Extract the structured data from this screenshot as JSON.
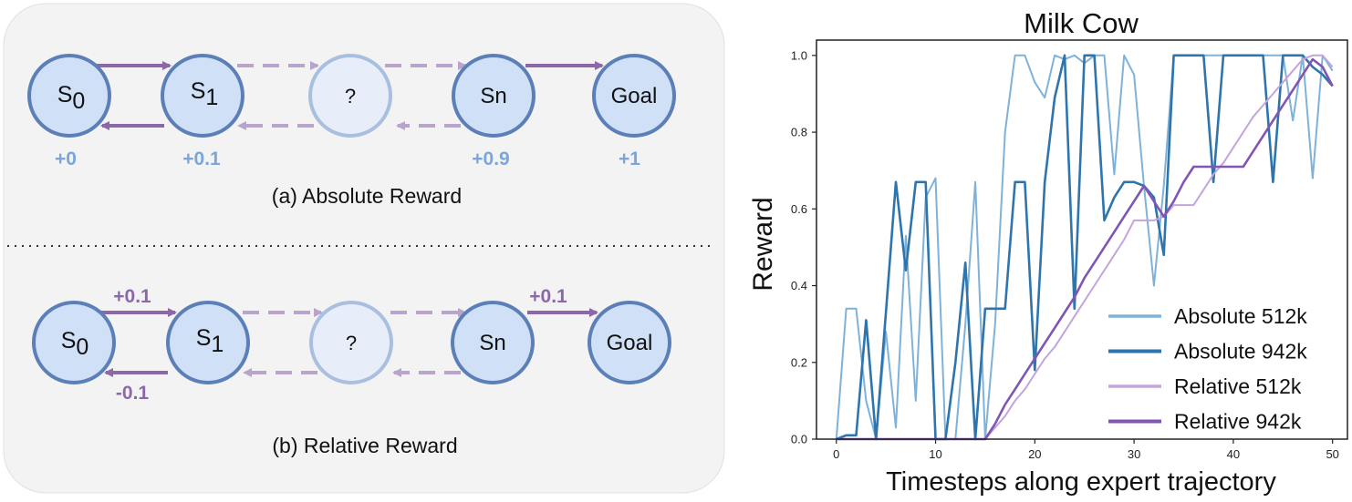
{
  "colors": {
    "panel_bg": "#f3f3f4",
    "node_fill": "#cfe0f7",
    "node_stroke": "#5b7fb6",
    "node_faded_fill": "#e7eef9",
    "node_faded_stroke": "#a9bfe0",
    "arrow": "#8c68a8",
    "arrow_faded": "#b9a5cc",
    "reward_blue": "#7aa6db",
    "reward_purple": "#8c68a8"
  },
  "diagram": {
    "absolute": {
      "caption": "(a) Absolute Reward",
      "nodes": [
        {
          "main": "S",
          "sub": "0"
        },
        {
          "main": "S",
          "sub": "1"
        },
        {
          "main": "?",
          "sub": ""
        },
        {
          "main": "Sn",
          "sub": ""
        },
        {
          "main": "Goal",
          "sub": ""
        }
      ],
      "rewards": [
        "+0",
        "+0.1",
        "+0.9",
        "+1"
      ]
    },
    "relative": {
      "caption": "(b) Relative Reward",
      "nodes": [
        {
          "main": "S",
          "sub": "0"
        },
        {
          "main": "S",
          "sub": "1"
        },
        {
          "main": "?",
          "sub": ""
        },
        {
          "main": "Sn",
          "sub": ""
        },
        {
          "main": "Goal",
          "sub": ""
        }
      ],
      "edge_labels": {
        "forward_first": "+0.1",
        "backward_first": "-0.1",
        "forward_last": "+0.1"
      }
    }
  },
  "chart_data": {
    "type": "line",
    "title": "Milk Cow",
    "xlabel": "Timesteps along expert trajectory",
    "ylabel": "Reward",
    "xlim": [
      -2,
      51.5
    ],
    "ylim": [
      0,
      1.04
    ],
    "xticks": [
      0,
      10,
      20,
      30,
      40,
      50
    ],
    "yticks": [
      0.0,
      0.2,
      0.4,
      0.6,
      0.8,
      1.0
    ],
    "ytick_labels": [
      "0.0",
      "0.2",
      "0.4",
      "0.6",
      "0.8",
      "1.0"
    ],
    "legend_position": "lower-right",
    "series": [
      {
        "name": "Absolute 512k",
        "color": "#7fb2d9",
        "width": 2,
        "x": [
          0,
          1,
          2,
          3,
          4,
          5,
          6,
          7,
          8,
          9,
          10,
          11,
          12,
          13,
          14,
          15,
          16,
          17,
          18,
          19,
          20,
          21,
          22,
          23,
          24,
          25,
          26,
          27,
          28,
          29,
          30,
          31,
          32,
          33,
          34,
          35,
          36,
          37,
          38,
          39,
          40,
          41,
          42,
          43,
          44,
          45,
          46,
          47,
          48,
          49,
          50
        ],
        "values": [
          0,
          0.34,
          0.34,
          0.1,
          0,
          0.28,
          0.03,
          0.53,
          0.1,
          0.63,
          0.68,
          0,
          0,
          0.3,
          0.67,
          0,
          0.3,
          0.8,
          1.0,
          1.0,
          0.93,
          0.89,
          1.0,
          0.99,
          1.0,
          0.98,
          1.0,
          1.0,
          0.69,
          1.0,
          0.95,
          0.66,
          0.4,
          0.66,
          1.0,
          1.0,
          1.0,
          1.0,
          1.0,
          1.0,
          1.0,
          1.0,
          1.0,
          1.0,
          1.0,
          1.0,
          0.83,
          1.0,
          0.68,
          1.0,
          0.96
        ]
      },
      {
        "name": "Absolute 942k",
        "color": "#2e74ad",
        "width": 2.6,
        "x": [
          0,
          1,
          2,
          3,
          4,
          5,
          6,
          7,
          8,
          9,
          10,
          11,
          12,
          13,
          14,
          15,
          16,
          17,
          18,
          19,
          20,
          21,
          22,
          23,
          24,
          25,
          26,
          27,
          28,
          29,
          30,
          31,
          32,
          33,
          34,
          35,
          36,
          37,
          38,
          39,
          40,
          41,
          42,
          43,
          44,
          45,
          46,
          47,
          48,
          49,
          50
        ],
        "values": [
          0,
          0.01,
          0.01,
          0.31,
          0,
          0.33,
          0.67,
          0.44,
          0.67,
          0.67,
          0,
          0,
          0.2,
          0.46,
          0,
          0.34,
          0.34,
          0.34,
          0.67,
          0.67,
          0.18,
          0.67,
          0.89,
          1.0,
          0.34,
          1.0,
          1.0,
          0.57,
          0.63,
          0.67,
          0.67,
          0.66,
          0.63,
          0.48,
          1.0,
          1.0,
          1.0,
          1.0,
          0.67,
          1.0,
          1.0,
          1.0,
          1.0,
          1.0,
          0.67,
          1.0,
          1.0,
          1.0,
          0.97,
          0.95,
          0.92
        ]
      },
      {
        "name": "Relative 512k",
        "color": "#c3a5dc",
        "width": 2,
        "x": [
          0,
          15,
          16,
          17,
          18,
          19,
          20,
          21,
          22,
          23,
          24,
          25,
          26,
          27,
          28,
          29,
          30,
          31,
          32,
          33,
          34,
          35,
          36,
          37,
          38,
          39,
          40,
          41,
          42,
          43,
          44,
          45,
          46,
          47,
          48,
          49,
          50
        ],
        "values": [
          0,
          0,
          0.03,
          0.06,
          0.1,
          0.13,
          0.17,
          0.21,
          0.24,
          0.28,
          0.32,
          0.36,
          0.4,
          0.44,
          0.48,
          0.52,
          0.57,
          0.57,
          0.57,
          0.58,
          0.61,
          0.61,
          0.61,
          0.65,
          0.69,
          0.72,
          0.76,
          0.8,
          0.84,
          0.87,
          0.9,
          0.93,
          0.96,
          0.99,
          1.0,
          1.0,
          0.97
        ]
      },
      {
        "name": "Relative 942k",
        "color": "#8155b5",
        "width": 2.6,
        "x": [
          0,
          15,
          16,
          17,
          18,
          19,
          20,
          21,
          22,
          23,
          24,
          25,
          26,
          27,
          28,
          29,
          30,
          31,
          32,
          33,
          34,
          35,
          36,
          37,
          38,
          39,
          40,
          41,
          42,
          43,
          44,
          45,
          46,
          47,
          48,
          49,
          50
        ],
        "values": [
          0,
          0,
          0.04,
          0.09,
          0.13,
          0.17,
          0.21,
          0.25,
          0.29,
          0.33,
          0.37,
          0.42,
          0.46,
          0.5,
          0.54,
          0.58,
          0.62,
          0.66,
          0.62,
          0.58,
          0.62,
          0.67,
          0.71,
          0.71,
          0.71,
          0.71,
          0.71,
          0.71,
          0.75,
          0.79,
          0.83,
          0.87,
          0.91,
          0.95,
          0.99,
          0.97,
          0.92
        ]
      }
    ]
  }
}
